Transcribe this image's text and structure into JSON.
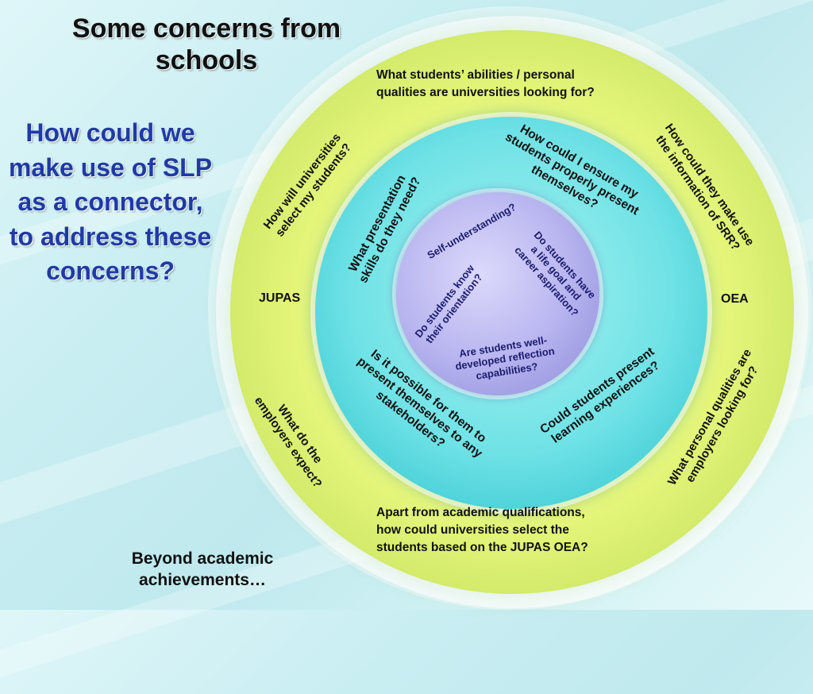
{
  "title": "Some concerns from schools",
  "question": "How could we make use of SLP as a connector, to address these concerns?",
  "footer": "Beyond academic achievements…",
  "colors": {
    "title_text": "#111111",
    "question_text": "#1f3aa6",
    "outer_ring": "#e4f57a",
    "middle_ring": "#6fe2e6",
    "inner_circle": "#b9b6f0",
    "inner_text": "#1b1b6e"
  },
  "outer_ring": {
    "left_label": "JUPAS",
    "right_label": "OEA",
    "top_text": [
      "What students’ abilities / personal",
      "qualities are universities looking for?"
    ],
    "bottom_text": [
      "Apart from academic qualifications,",
      "how could universities select the",
      "students based on the JUPAS OEA?"
    ],
    "upper_left": [
      "How will universities",
      "select my students?"
    ],
    "lower_left": [
      "What do the",
      "employers expect?"
    ],
    "upper_right": [
      "How could they make use",
      "the information of SRR?"
    ],
    "lower_right": [
      "What personal qualities are",
      "employers looking for?"
    ]
  },
  "middle_ring": {
    "top_right": [
      "How could I ensure my",
      "students properly present",
      "themselves?"
    ],
    "left": [
      "What presentation",
      "skills do they need?"
    ],
    "bottom_left": [
      "Is it possible for them to",
      "present themselves to any",
      "stakeholders?"
    ],
    "bottom_right": [
      "Could students present",
      "learning experiences?"
    ]
  },
  "inner_circle": {
    "self": "Self-understanding?",
    "orientation": [
      "Do students know",
      "their orientation?"
    ],
    "life_goal": [
      "Do students have",
      "a life goal and",
      "career aspiration?"
    ],
    "reflection": [
      "Are students well-",
      "developed reflection",
      "capabilities?"
    ]
  }
}
